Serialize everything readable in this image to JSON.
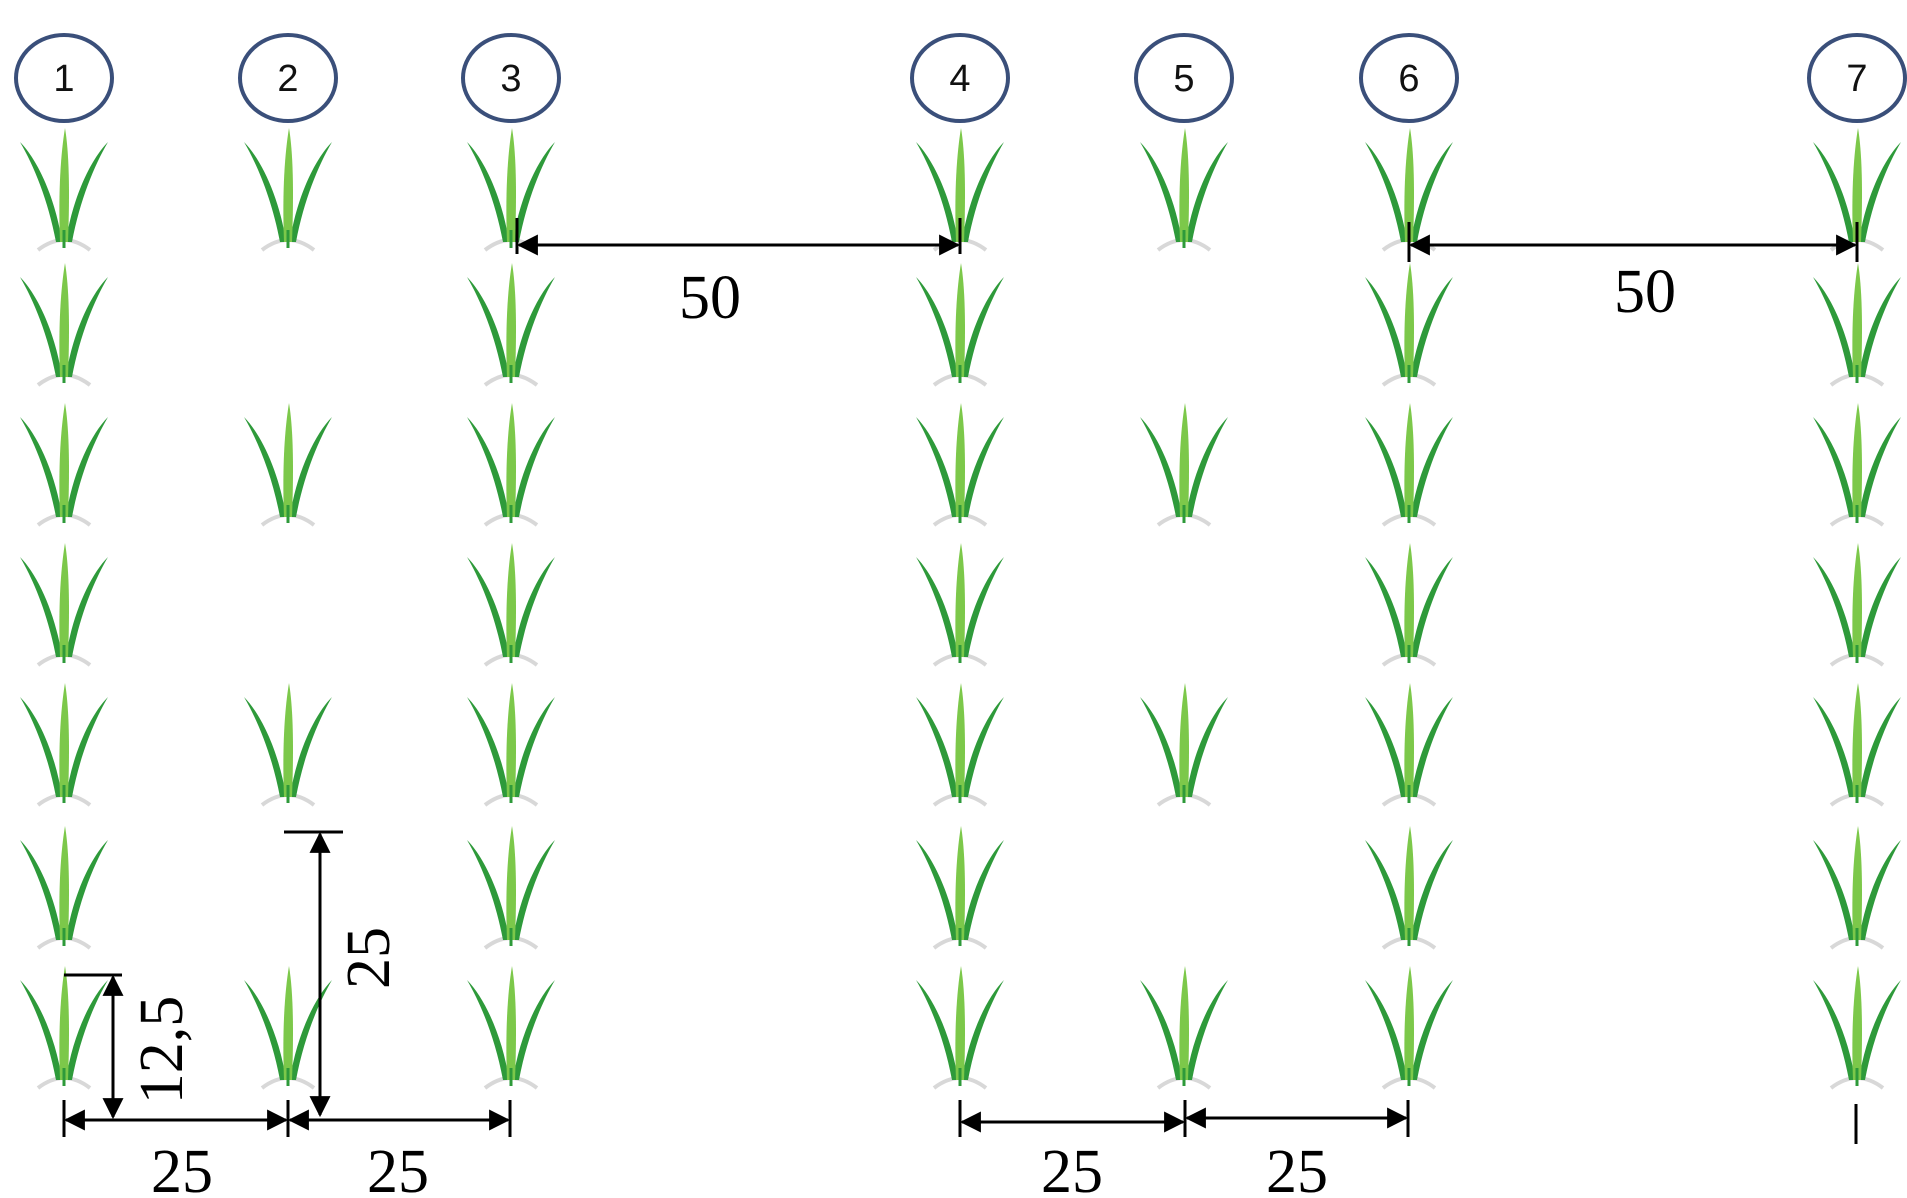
{
  "rows": [
    {
      "label": "1",
      "plants": [
        true,
        true,
        true,
        true,
        true,
        true,
        true
      ]
    },
    {
      "label": "2",
      "plants": [
        true,
        false,
        true,
        false,
        true,
        false,
        true
      ]
    },
    {
      "label": "3",
      "plants": [
        true,
        true,
        true,
        true,
        true,
        true,
        true
      ]
    },
    {
      "label": "4",
      "plants": [
        true,
        true,
        true,
        true,
        true,
        true,
        true
      ]
    },
    {
      "label": "5",
      "plants": [
        true,
        false,
        true,
        false,
        true,
        false,
        true
      ]
    },
    {
      "label": "6",
      "plants": [
        true,
        true,
        true,
        true,
        true,
        true,
        true
      ]
    },
    {
      "label": "7",
      "plants": [
        true,
        true,
        true,
        true,
        true,
        true,
        true
      ]
    }
  ],
  "dimensions": {
    "wide_gap_left": "50",
    "wide_gap_right": "50",
    "in_row_spacing": "12,5",
    "alternate_spacing": "25",
    "bottom_gaps": [
      "25",
      "25",
      "25",
      "25"
    ]
  },
  "colors": {
    "circle_stroke": "#3a4f7a",
    "leaf_dark": "#2e9a3a",
    "leaf_light": "#7cc84a",
    "soil": "#d8d8d8"
  }
}
